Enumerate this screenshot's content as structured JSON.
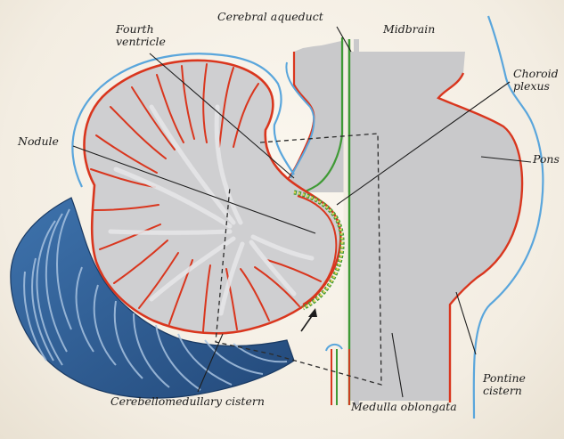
{
  "labels": {
    "fourth_ventricle": [
      "Fourth",
      "ventricle"
    ],
    "cerebral_aqueduct": "Cerebral aqueduct",
    "midbrain": "Midbrain",
    "choroid_plexus": [
      "Choroid",
      "plexus"
    ],
    "nodule": "Nodule",
    "pons": "Pons",
    "pontine_cistern": [
      "Pontine",
      "cistern"
    ],
    "cerebellomedullary_cistern": "Cerebellomedullary cistern",
    "medulla_oblongata": "Medulla oblongata"
  },
  "colors": {
    "brainstem_fill": "#c9c9cb",
    "cerebellum_fill": "#cfcfd1",
    "pia_red": "#d9361e",
    "arachnoid_blue": "#5aa6dc",
    "ependyma_green": "#3f9a35",
    "hemisphere_blue": "#2f5f98",
    "choroid_yellow": "#e5d35a"
  }
}
